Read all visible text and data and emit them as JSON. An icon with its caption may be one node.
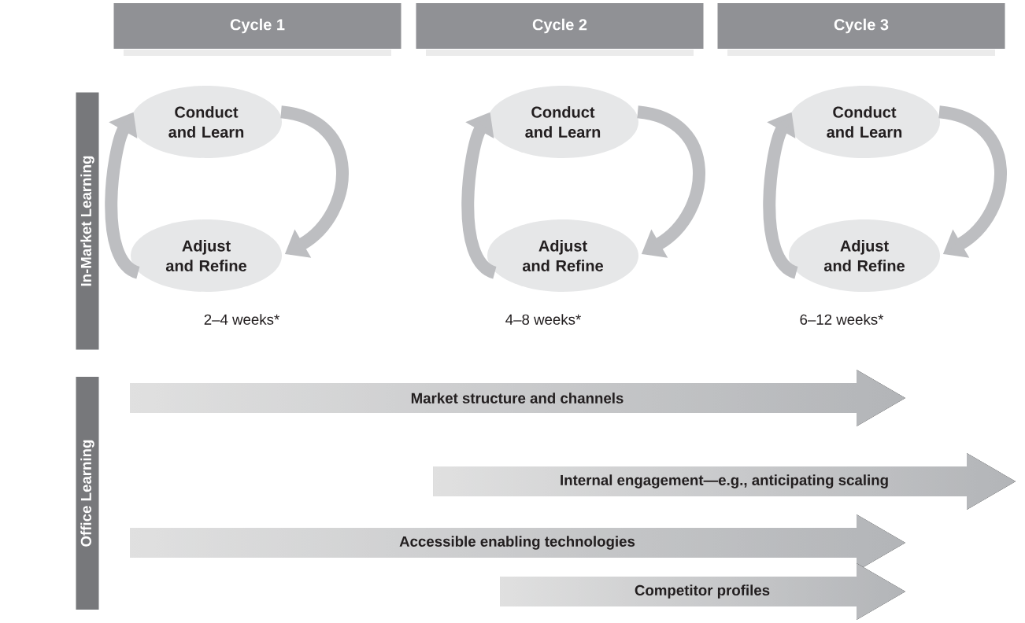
{
  "diagram": {
    "nodes": [
      {
        "text": [
          "Cycle 1"
        ]
      },
      {
        "text": [
          "Cycle 2"
        ]
      },
      {
        "text": [
          "Cycle 3"
        ]
      },
      {
        "text": [
          "In-Market Learning"
        ]
      },
      {
        "text": [
          "Office Learning"
        ]
      },
      {
        "text": [
          "Conduct and Learn"
        ]
      },
      {
        "text": [
          "Adjust and Refine"
        ],
        "beside": [
          "2–4 weeks*"
        ]
      },
      {
        "text": [
          "Conduct and Learn"
        ]
      },
      {
        "text": [
          "Adjust and Refine"
        ],
        "beside": [
          "4–8 weeks*"
        ]
      },
      {
        "text": [
          "Conduct and Learn"
        ]
      },
      {
        "text": [
          "Adjust and Refine"
        ],
        "beside": [
          "6–12 weeks*"
        ]
      },
      {
        "text": [
          "Market structure and channels"
        ]
      },
      {
        "text": [
          "Internal engagement—e.g., anticipating scaling"
        ]
      },
      {
        "text": [
          "Accessible enabling technologies"
        ]
      },
      {
        "text": [
          "Competitor profiles"
        ]
      }
    ],
    "edges": [
      {
        "from": 5,
        "to": 6,
        "arrow": "to"
      },
      {
        "from": 6,
        "to": 5,
        "arrow": "to"
      },
      {
        "from": 7,
        "to": 8,
        "arrow": "to"
      },
      {
        "from": 8,
        "to": 7,
        "arrow": "to"
      },
      {
        "from": 9,
        "to": 10,
        "arrow": "to"
      },
      {
        "from": 10,
        "to": 9,
        "arrow": "to"
      }
    ]
  }
}
